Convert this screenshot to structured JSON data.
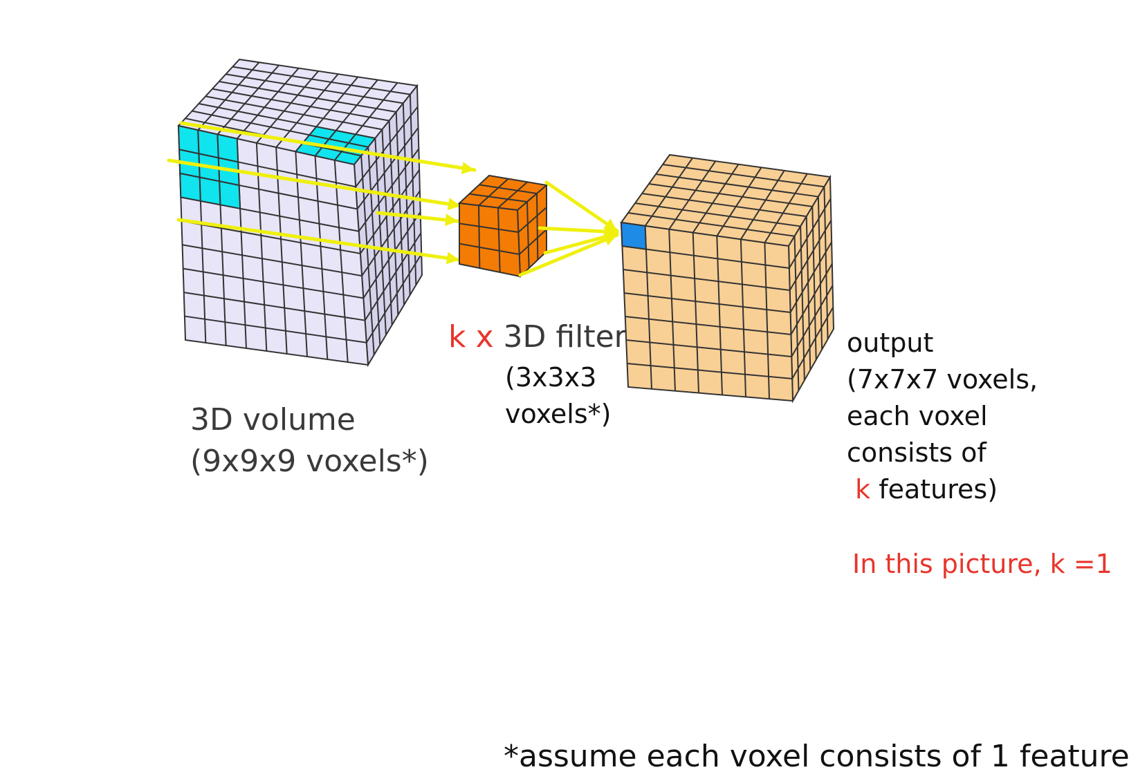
{
  "colors": {
    "volume_face": "#e7e5f7",
    "volume_side": "#d6d3ec",
    "highlight_patch": "#10e4ee",
    "filter": "#f47c04",
    "output": "#f8cf95",
    "output_voxel": "#1e8ce6",
    "arrow": "#eff00e",
    "grid_line": "#333333",
    "accent_red": "#e8352b"
  },
  "volume": {
    "grid": 9,
    "label_line1": "3D volume",
    "label_line2": "(9x9x9 voxels*)"
  },
  "filter": {
    "grid": 3,
    "label_prefix": "k x",
    "label": "3D filter",
    "size_line1": "(3x3x3",
    "size_line2": "voxels*)"
  },
  "output": {
    "grid": 7,
    "line1": "output",
    "line2": "(7x7x7 voxels,",
    "line3": "each voxel",
    "line4": "consists of",
    "line5_k": "k",
    "line5_rest": "features)"
  },
  "note": "In this picture, k =1",
  "footnote": "*assume each voxel consists of 1 feature"
}
